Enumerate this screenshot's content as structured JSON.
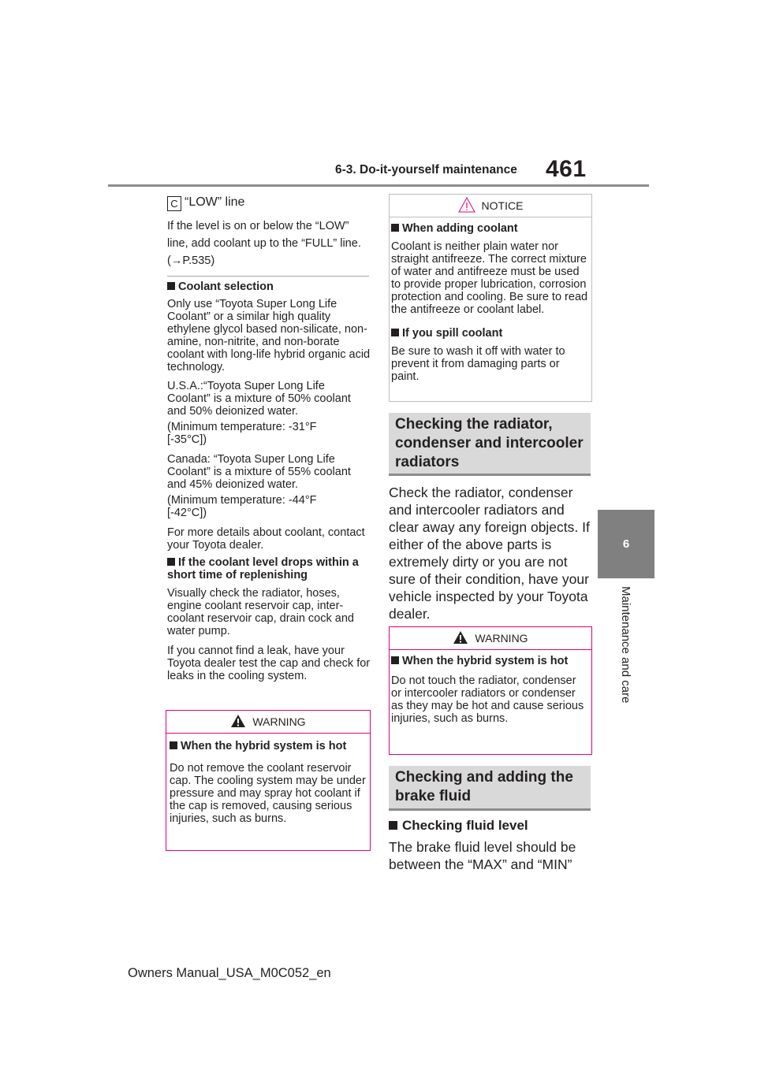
{
  "header": {
    "section_title": "6-3. Do-it-yourself maintenance",
    "page_number": "461"
  },
  "side_tab": {
    "number": "6",
    "label": "Maintenance and care"
  },
  "left": {
    "item_marker": "C",
    "item_title": "“LOW” line",
    "item_desc": "If the level is on or below the “LOW” line, add coolant up to the “FULL” line. (",
    "item_desc_arrow": "→",
    "item_desc_ref": "P.535)",
    "coolant_selection": {
      "heading": "Coolant selection",
      "paragraphs": [
        "Only use “Toyota Super Long Life Coolant” or a similar high quality ethylene glycol based non-silicate, non-amine, non-nitrite, and non-borate coolant with long-life hybrid organic acid technology.",
        "U.S.A.:“Toyota Super Long Life Coolant” is a mixture of 50% coolant and 50% deionized water.",
        "(Minimum temperature: -31°F [-35°C])",
        "Canada: “Toyota Super Long Life Coolant” is a mixture of 55% coolant and 45% deionized water.",
        "(Minimum temperature: -44°F [-42°C])",
        "For more details about coolant, contact your Toyota dealer."
      ]
    },
    "coolant_drops": {
      "heading": "If the coolant level drops within a short time of replenishing",
      "paragraphs": [
        "Visually check the radiator, hoses, engine coolant reservoir cap, inter-coolant reservoir cap, drain cock and water pump.",
        "If you cannot find a leak, have your Toyota dealer test the cap and check for leaks in the cooling system."
      ]
    },
    "warning": {
      "title": "WARNING",
      "heading": "When the hybrid system is hot",
      "body": "Do not remove the coolant reservoir cap. The cooling system may be under pressure and may spray hot coolant if the cap is removed, causing serious injuries, such as burns."
    }
  },
  "right": {
    "notice": {
      "title": "NOTICE",
      "items": [
        {
          "heading": "When adding coolant",
          "body": "Coolant is neither plain water nor straight antifreeze. The correct mixture of water and antifreeze must be used to provide proper lubrication, corrosion protection and cooling. Be sure to read the antifreeze or coolant label."
        },
        {
          "heading": "If you spill coolant",
          "body": "Be sure to wash it off with water to prevent it from damaging parts or paint."
        }
      ]
    },
    "section1": {
      "heading": "Checking the radiator, condenser and intercooler radiators",
      "body": "Check the radiator, condenser and intercooler radiators and clear away any foreign objects. If either of the above parts is extremely dirty or you are not sure of their condition, have your vehicle inspected by your Toyota dealer."
    },
    "warning": {
      "title": "WARNING",
      "heading": "When the hybrid system is hot",
      "body": "Do not touch the radiator, condenser or intercooler radiators or condenser as they may be hot and cause serious injuries, such as burns."
    },
    "section2": {
      "heading": "Checking and adding the brake fluid",
      "sub_heading": "Checking fluid level",
      "body": "The brake fluid level should be between the “MAX” and “MIN”"
    }
  },
  "footer": {
    "text": "Owners Manual_USA_M0C052_en"
  }
}
